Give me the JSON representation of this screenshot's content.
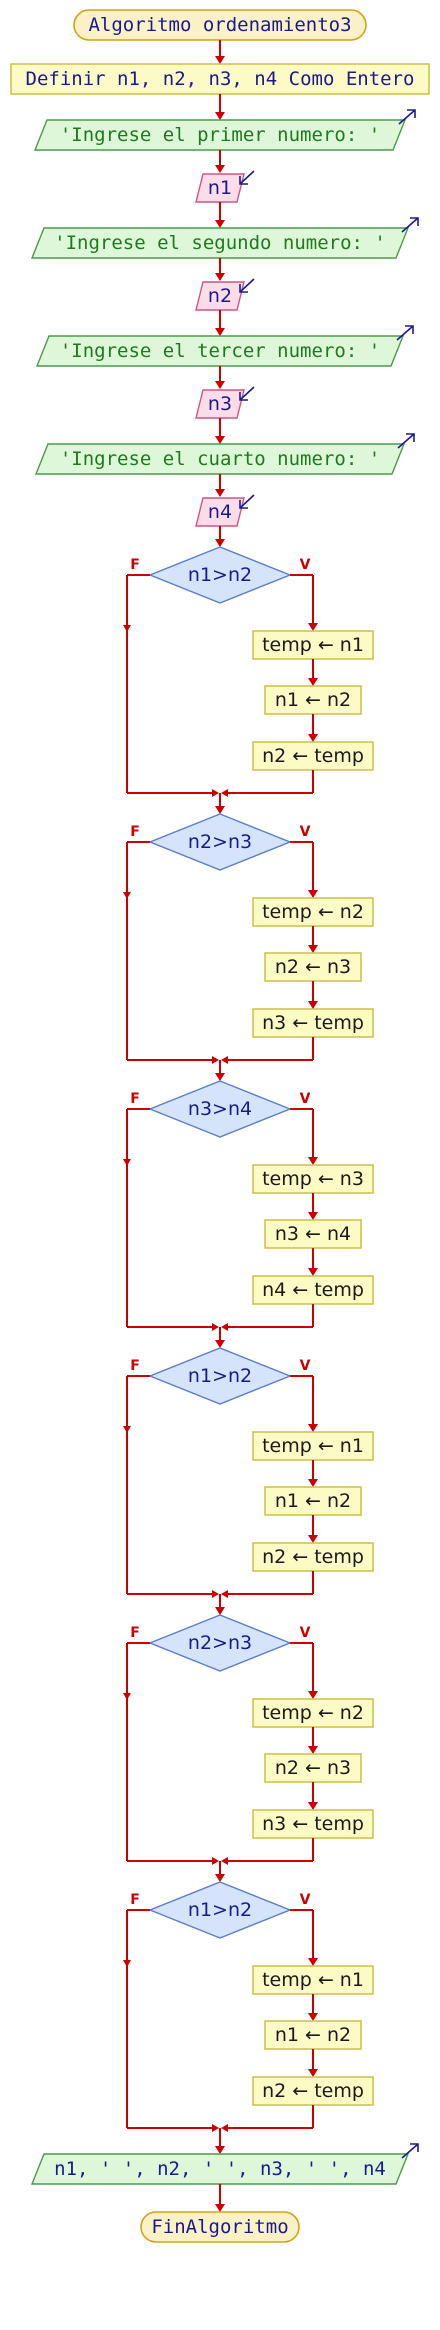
{
  "diagram": {
    "title": "Algoritmo ordenamiento3",
    "end": "FinAlgoritmo",
    "define": "Definir n1, n2, n3, n4 Como Entero",
    "inputs": [
      {
        "prompt": "'Ingrese el primer numero: '",
        "var": "n1"
      },
      {
        "prompt": "'Ingrese el segundo numero: '",
        "var": "n2"
      },
      {
        "prompt": "'Ingrese el tercer numero: '",
        "var": "n3"
      },
      {
        "prompt": "'Ingrese el cuarto numero: '",
        "var": "n4"
      }
    ],
    "branch_false": "F",
    "branch_true": "V",
    "swaps": [
      {
        "cond": "n1>n2",
        "steps": [
          "temp ← n1",
          "n1 ← n2",
          "n2 ← temp"
        ]
      },
      {
        "cond": "n2>n3",
        "steps": [
          "temp ← n2",
          "n2 ← n3",
          "n3 ← temp"
        ]
      },
      {
        "cond": "n3>n4",
        "steps": [
          "temp ← n3",
          "n3 ← n4",
          "n4 ← temp"
        ]
      },
      {
        "cond": "n1>n2",
        "steps": [
          "temp ← n1",
          "n1 ← n2",
          "n2 ← temp"
        ]
      },
      {
        "cond": "n2>n3",
        "steps": [
          "temp ← n2",
          "n2 ← n3",
          "n3 ← temp"
        ]
      },
      {
        "cond": "n1>n2",
        "steps": [
          "temp ← n1",
          "n1 ← n2",
          "n2 ← temp"
        ]
      }
    ],
    "output": "n1, ' ', n2, ' ', n3, ' ', n4"
  },
  "colors": {
    "edge": "#cc0000",
    "terminal_fill": "#fbf1c7",
    "terminal_stroke": "#d4a017",
    "define_fill": "#fdfbc5",
    "define_stroke": "#c8bc3a",
    "io_fill": "#ddf7d8",
    "io_stroke": "#4c9a4c",
    "read_fill": "#fbdde9",
    "read_stroke": "#cc5588",
    "decision_fill": "#d6e4fb",
    "decision_stroke": "#5a7ccc",
    "assign_fill": "#fdfbc5",
    "assign_stroke": "#c8bc3a"
  }
}
